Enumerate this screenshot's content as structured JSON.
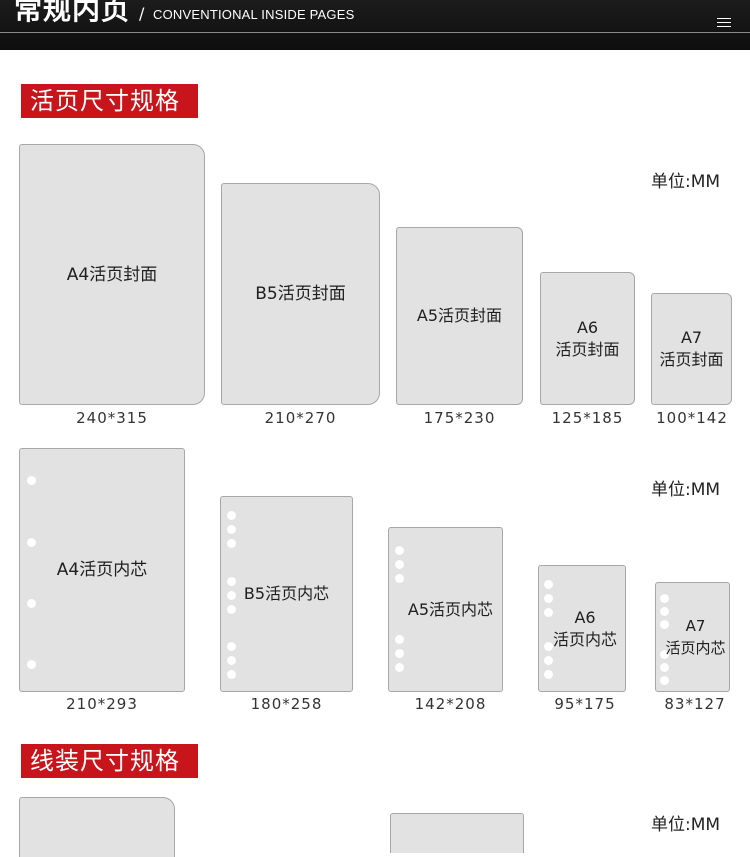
{
  "header": {
    "title_zh": "常规内页",
    "separator": "/",
    "title_en": "CONVENTIONAL INSIDE PAGES",
    "menu_icon": "hamburger-menu-icon"
  },
  "sections": {
    "loose_leaf_title": "活页尺寸规格",
    "thread_bound_title": "线装尺寸规格",
    "unit_label": "单位:MM"
  },
  "covers": [
    {
      "label": "A4活页封面",
      "dim": "240*315"
    },
    {
      "label": "B5活页封面",
      "dim": "210*270"
    },
    {
      "label": "A5活页封面",
      "dim": "175*230"
    },
    {
      "label_line1": "A6",
      "label_line2": "活页封面",
      "dim": "125*185"
    },
    {
      "label_line1": "A7",
      "label_line2": "活页封面",
      "dim": "100*142"
    }
  ],
  "inserts": [
    {
      "label": "A4活页内芯",
      "dim": "210*293"
    },
    {
      "label": "B5活页内芯",
      "dim": "180*258"
    },
    {
      "label": "A5活页内芯",
      "dim": "142*208"
    },
    {
      "label_line1": "A6",
      "label_line2": "活页内芯",
      "dim": "95*175"
    },
    {
      "label_line1": "A7",
      "label_line2": "活页内芯",
      "dim": "83*127"
    }
  ],
  "colors": {
    "banner_red": "#c8151b",
    "header_bg": "#111111",
    "card_fill": "#e2e2e2",
    "card_border": "#a7a7a7"
  }
}
